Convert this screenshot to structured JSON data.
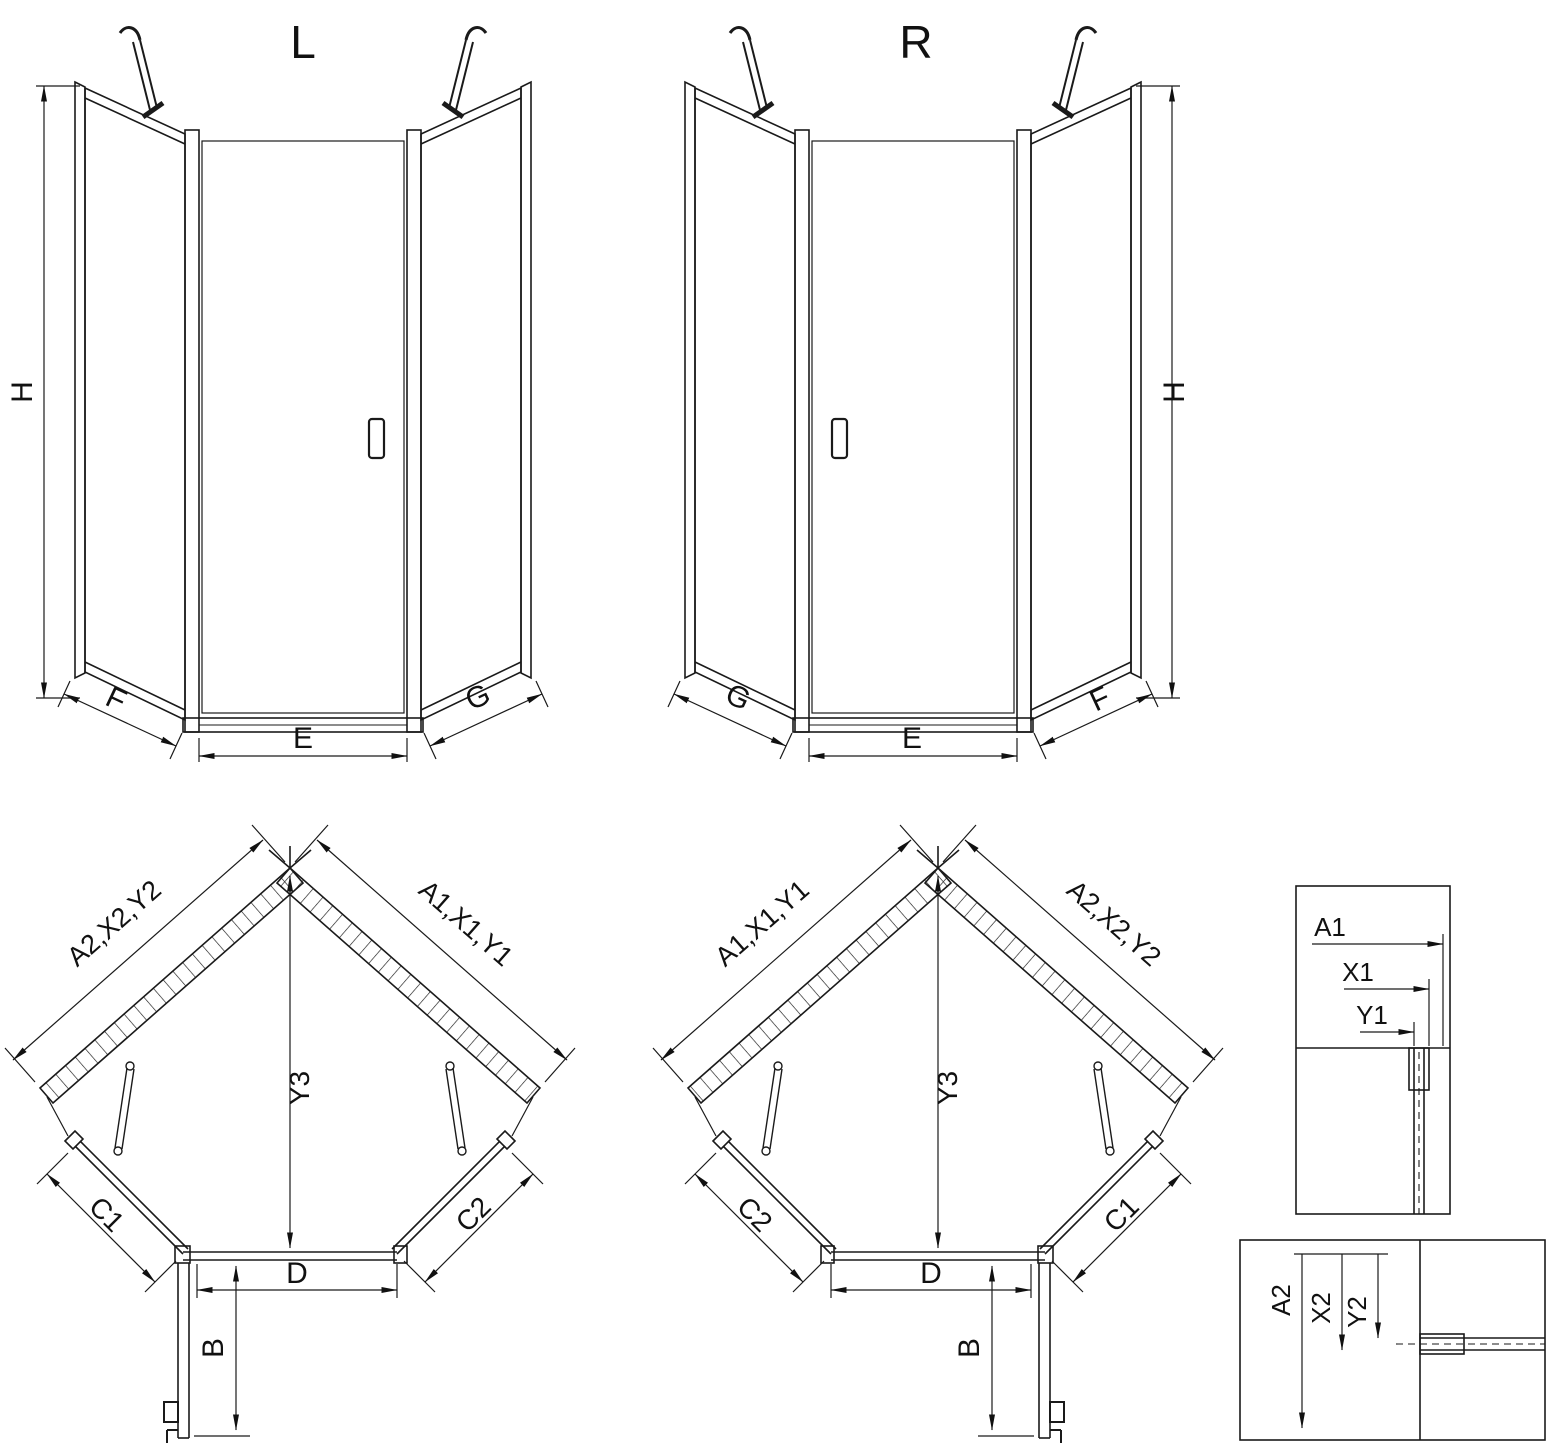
{
  "colors": {
    "ink": "#1a1a1a",
    "background": "#ffffff"
  },
  "elevation_left": {
    "title": "L",
    "h": "H",
    "f": "F",
    "e": "E",
    "g": "G"
  },
  "elevation_right": {
    "title": "R",
    "h": "H",
    "g": "G",
    "e": "E",
    "f": "F"
  },
  "plan_left": {
    "wall_left": "A2,X2,Y2",
    "wall_right": "A1,X1,Y1",
    "depth": "Y3",
    "side_left": "C1",
    "side_right": "C2",
    "door_width": "D",
    "door_swing": "B"
  },
  "plan_right": {
    "wall_left": "A1,X1,Y1",
    "wall_right": "A2,X2,Y2",
    "depth": "Y3",
    "side_left": "C2",
    "side_right": "C1",
    "door_width": "D",
    "door_swing": "B"
  },
  "detail_top": {
    "a": "A1",
    "x": "X1",
    "y": "Y1"
  },
  "detail_bottom": {
    "a": "A2",
    "x": "X2",
    "y": "Y2"
  }
}
